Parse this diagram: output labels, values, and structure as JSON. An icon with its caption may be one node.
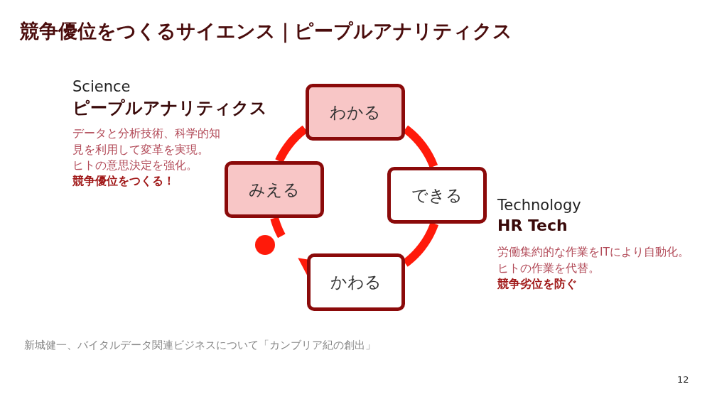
{
  "diagram": {
    "title": "競争優位をつくるサイエンス｜ピープルアナリティクス",
    "nodes": [
      {
        "text": [
          "わかる"
        ]
      },
      {
        "text": [
          "みえる"
        ]
      },
      {
        "text": [
          "できる"
        ]
      },
      {
        "text": [
          "かわる"
        ]
      },
      {
        "text": [],
        "shape": "circle"
      }
    ],
    "edges": [
      {
        "from": 1,
        "to": 0,
        "arrow": "none"
      },
      {
        "from": 0,
        "to": 2,
        "arrow": "none"
      },
      {
        "from": 2,
        "to": 3,
        "arrow": "none"
      },
      {
        "from": 3,
        "to": 4,
        "arrow": "to"
      },
      {
        "from": 1,
        "to": 4,
        "arrow": "none"
      }
    ],
    "labels": [
      "Science",
      "ピープルアナリティクス",
      "データと分析技術、科学的知見を利用して変革を実現。",
      "ヒトの意思決定を強化。",
      "競争優位をつくる！",
      "Technology",
      "HR Tech",
      "労働集約的な作業をITにより自動化。",
      "ヒトの作業を代替。",
      "競争劣位を防ぐ",
      "新城健一、バイタルデータ関連ビジネスについて「カンブリア紀の創出」",
      "12"
    ]
  }
}
